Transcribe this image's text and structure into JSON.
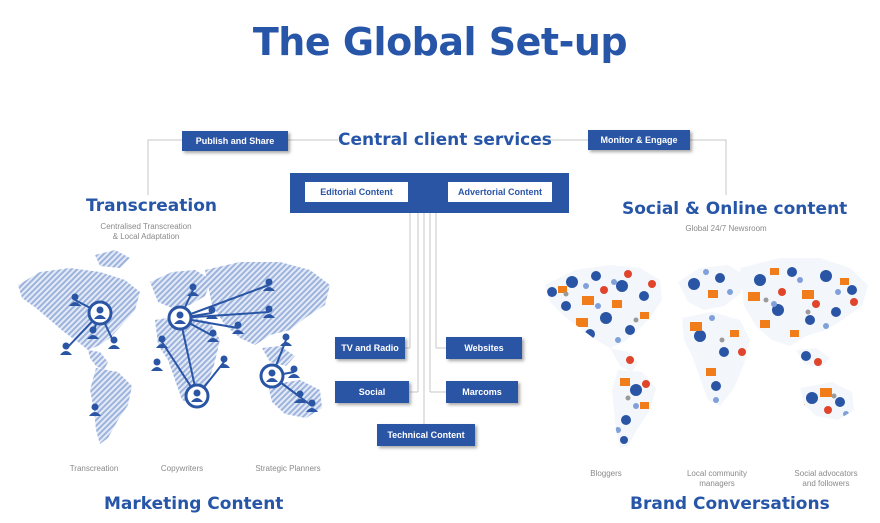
{
  "title": "The Global Set-up",
  "top": {
    "publish_label": "Publish and Share",
    "central_label": "Central client services",
    "monitor_label": "Monitor & Engage",
    "editorial_label": "Editorial Content",
    "advertorial_label": "Advertorial Content"
  },
  "left": {
    "heading": "Transcreation",
    "subtext_line1": "Centralised Transcreation",
    "subtext_line2": "& Local Adaptation",
    "captions": [
      "Transcreation",
      "Copywriters",
      "Strategic Planners"
    ],
    "footer": "Marketing Content"
  },
  "channels": {
    "tv_radio": "TV and Radio",
    "websites": "Websites",
    "social": "Social",
    "marcoms": "Marcoms",
    "technical": "Technical Content"
  },
  "right": {
    "heading": "Social & Online content",
    "subtext": "Global 24/7 Newsroom",
    "captions": {
      "bloggers": "Bloggers",
      "local_line1": "Local community",
      "local_line2": "managers",
      "social_line1": "Social advocators",
      "social_line2": "and followers"
    },
    "footer": "Brand Conversations"
  },
  "colors": {
    "brand_blue": "#2a55a5",
    "title_blue": "#2756a8",
    "caption_gray": "#8a8a8a",
    "map_stripe": "#9db3dd",
    "accent_orange": "#f07d1a",
    "accent_red": "#e0452b"
  }
}
